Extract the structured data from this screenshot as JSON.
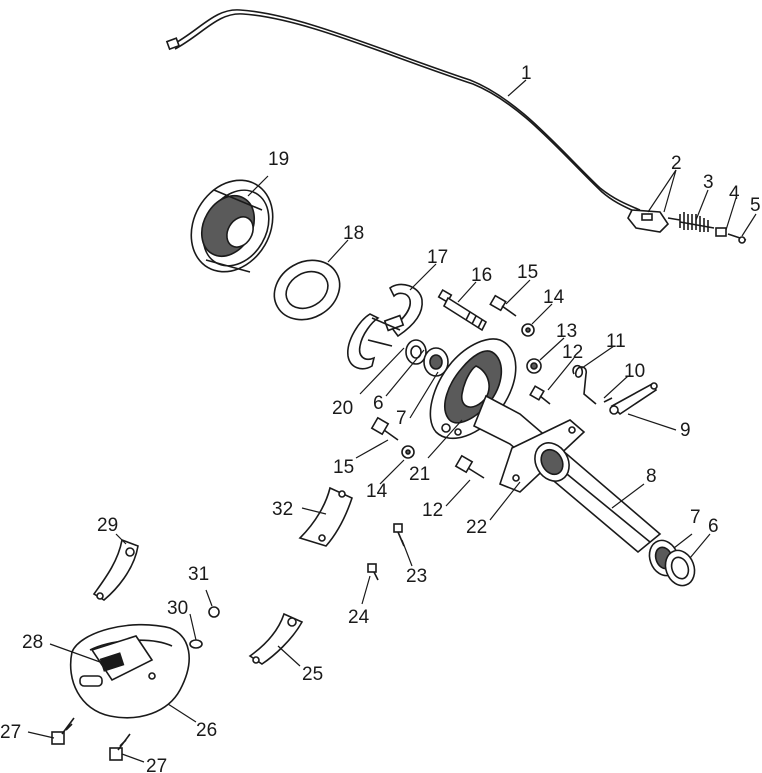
{
  "diagram": {
    "callouts": [
      {
        "id": "c1",
        "text": "1"
      },
      {
        "id": "c2",
        "text": "2"
      },
      {
        "id": "c3",
        "text": "3"
      },
      {
        "id": "c4",
        "text": "4"
      },
      {
        "id": "c5",
        "text": "5"
      },
      {
        "id": "c6a",
        "text": "6"
      },
      {
        "id": "c6b",
        "text": "6"
      },
      {
        "id": "c7a",
        "text": "7"
      },
      {
        "id": "c7b",
        "text": "7"
      },
      {
        "id": "c8",
        "text": "8"
      },
      {
        "id": "c9",
        "text": "9"
      },
      {
        "id": "c10",
        "text": "10"
      },
      {
        "id": "c11",
        "text": "11"
      },
      {
        "id": "c12a",
        "text": "12"
      },
      {
        "id": "c12b",
        "text": "12"
      },
      {
        "id": "c13",
        "text": "13"
      },
      {
        "id": "c14a",
        "text": "14"
      },
      {
        "id": "c14b",
        "text": "14"
      },
      {
        "id": "c15a",
        "text": "15"
      },
      {
        "id": "c15b",
        "text": "15"
      },
      {
        "id": "c16",
        "text": "16"
      },
      {
        "id": "c17",
        "text": "17"
      },
      {
        "id": "c18",
        "text": "18"
      },
      {
        "id": "c19",
        "text": "19"
      },
      {
        "id": "c20",
        "text": "20"
      },
      {
        "id": "c21",
        "text": "21"
      },
      {
        "id": "c22",
        "text": "22"
      },
      {
        "id": "c23",
        "text": "23"
      },
      {
        "id": "c24",
        "text": "24"
      },
      {
        "id": "c25",
        "text": "25"
      },
      {
        "id": "c26",
        "text": "26"
      },
      {
        "id": "c27a",
        "text": "27"
      },
      {
        "id": "c27b",
        "text": "27"
      },
      {
        "id": "c28",
        "text": "28"
      },
      {
        "id": "c29",
        "text": "29"
      },
      {
        "id": "c30",
        "text": "30"
      },
      {
        "id": "c31",
        "text": "31"
      },
      {
        "id": "c32",
        "text": "32"
      }
    ]
  }
}
